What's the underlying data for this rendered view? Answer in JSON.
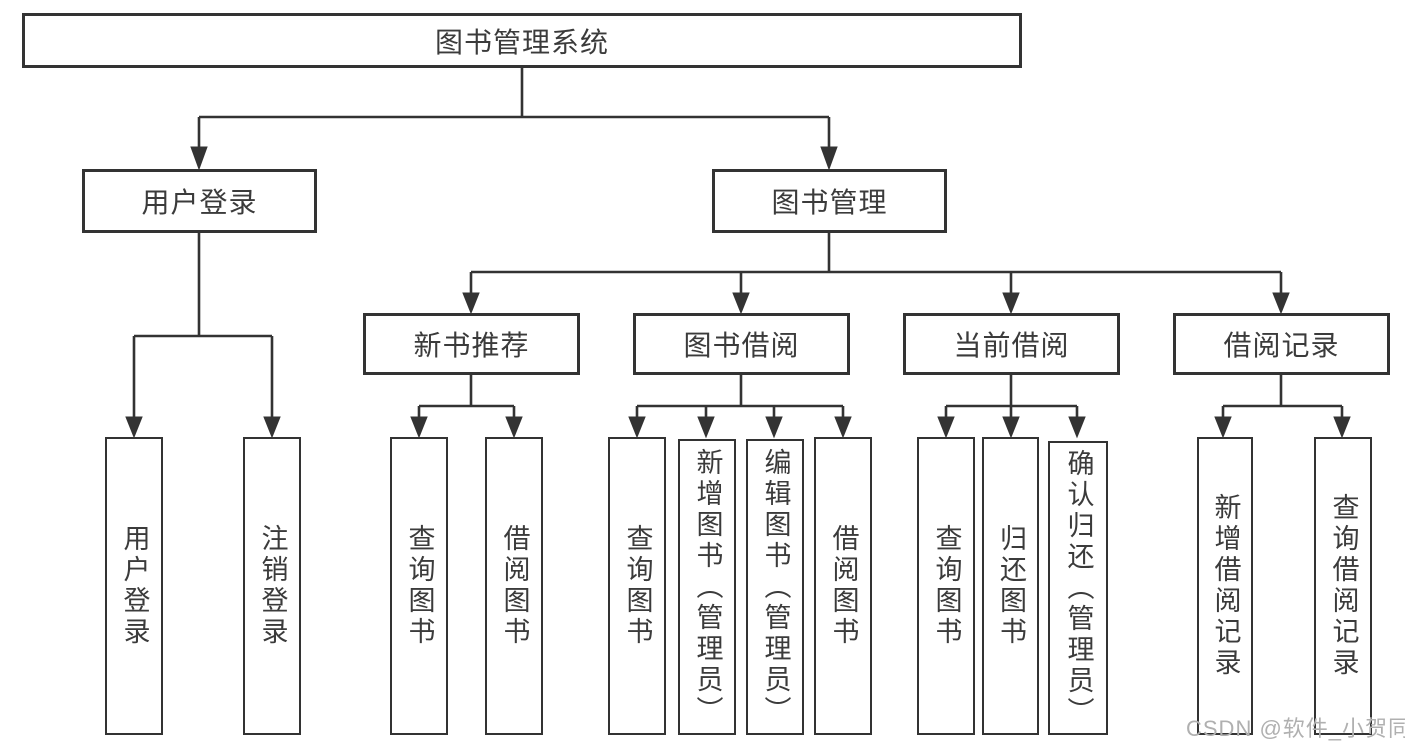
{
  "tree": {
    "label": "图书管理系统",
    "children": [
      {
        "label": "用户登录",
        "children": [
          {
            "label": "用户登录"
          },
          {
            "label": "注销登录"
          }
        ]
      },
      {
        "label": "图书管理",
        "children": [
          {
            "label": "新书推荐",
            "children": [
              {
                "label": "查询图书"
              },
              {
                "label": "借阅图书"
              }
            ]
          },
          {
            "label": "图书借阅",
            "children": [
              {
                "label": "查询图书"
              },
              {
                "label": "新增图书（管理员）"
              },
              {
                "label": "编辑图书（管理员）"
              },
              {
                "label": "借阅图书"
              }
            ]
          },
          {
            "label": "当前借阅",
            "children": [
              {
                "label": "查询图书"
              },
              {
                "label": "归还图书"
              },
              {
                "label": "确认归还（管理员）"
              }
            ]
          },
          {
            "label": "借阅记录",
            "children": [
              {
                "label": "新增借阅记录"
              },
              {
                "label": "查询借阅记录"
              }
            ]
          }
        ]
      }
    ]
  },
  "watermark": {
    "text": "CSDN @软件_小贺同学"
  },
  "colors": {
    "line": "#333333",
    "text": "#3b3b3b",
    "background": "#ffffff",
    "watermark": "#b0b0b0"
  }
}
